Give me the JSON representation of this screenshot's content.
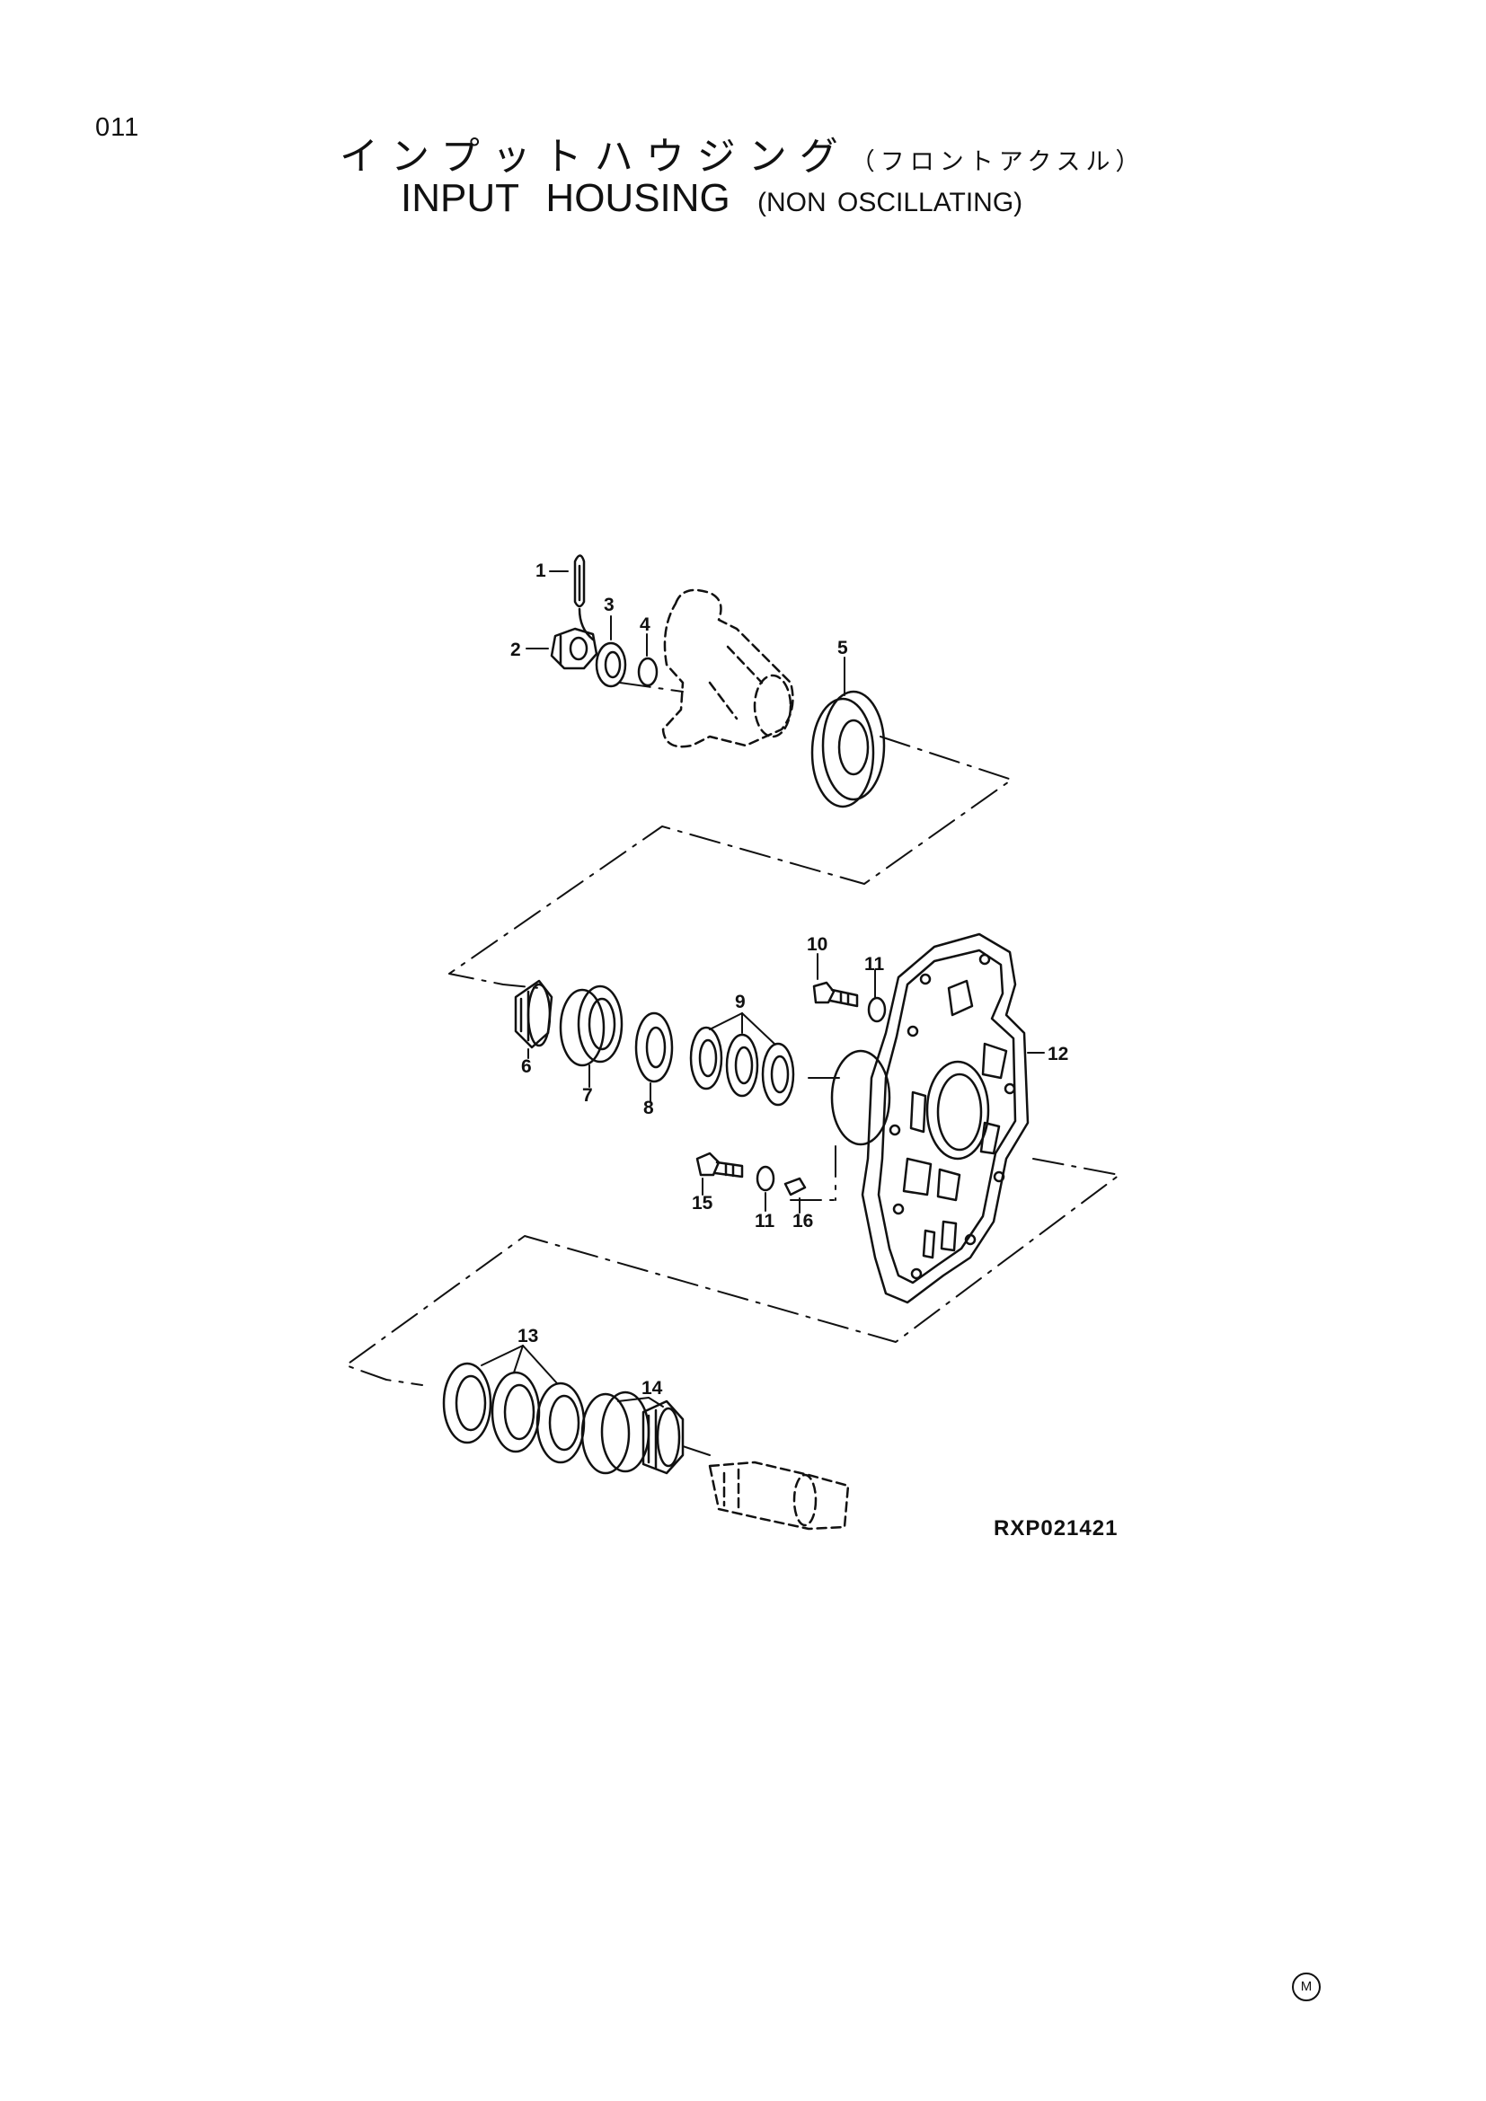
{
  "page": {
    "number": "011",
    "title_jp": "インプットハウジング",
    "title_jp_sub": "（フロントアクスル）",
    "title_en": "INPUT HOUSING",
    "title_en_sub": "(NON OSCILLATING)",
    "drawing_code": "RXP021421",
    "maker_mark": "M"
  },
  "callouts": [
    "1",
    "2",
    "3",
    "4",
    "5",
    "6",
    "7",
    "8",
    "9",
    "10",
    "11",
    "11",
    "12",
    "13",
    "14",
    "15",
    "16"
  ]
}
